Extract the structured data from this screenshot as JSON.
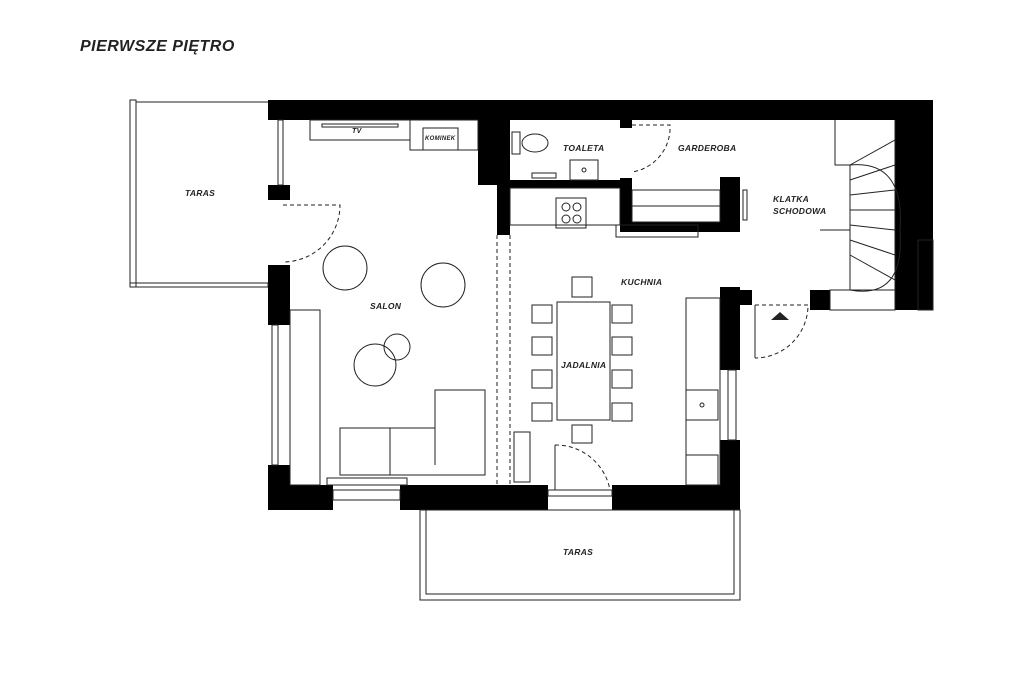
{
  "title": "PIERWSZE PIĘTRO",
  "rooms": {
    "taras_left": "TARAS",
    "tv": "TV",
    "kominek": "KOMINEK",
    "toaleta": "TOALETA",
    "garderoba": "GARDEROBA",
    "klatka_1": "KLATKA",
    "klatka_2": "SCHODOWA",
    "kuchnia": "KUCHNIA",
    "salon": "SALON",
    "jadalnia": "JADALNIA",
    "taras_bottom": "TARAS"
  },
  "colors": {
    "wall": "#000000",
    "line": "#222222"
  }
}
